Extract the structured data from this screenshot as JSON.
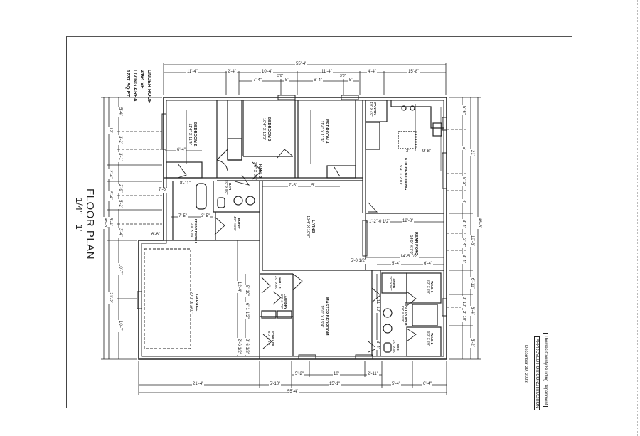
{
  "drawing": {
    "title": "FLOOR PLAN",
    "scale": "1/4\" = 1'",
    "areas": {
      "under_roof_label": "UNDER ROOF",
      "under_roof_value": "2464 SF",
      "living_label": "LIVING AREA",
      "living_value": "1737 SQ FT"
    }
  },
  "approval_stamp": {
    "line1": "Thomas County Building Department",
    "line2": "APPROVED FOR CONSTRUCTION",
    "date": "December 29, 2023"
  },
  "rooms": [
    {
      "name": "BEDROOM 2",
      "size": "11'4\" X 11'4\""
    },
    {
      "name": "BEDROOM 3",
      "size": "10'4\" X 10'0\""
    },
    {
      "name": "BEDROOM 4",
      "size": "11'4\" X 11'4\""
    },
    {
      "name": "KITCHEN/DINING",
      "size": "15'4\" X 20'0\""
    },
    {
      "name": "PANTRY",
      "size": "4'0\" X 4'0\""
    },
    {
      "name": "HALL 2",
      "size": "3'0\" X 9'5\""
    },
    {
      "name": "BATH",
      "size": "5'0\" X 8'0\""
    },
    {
      "name": "LIVING",
      "size": "16'4\" X 16'0\""
    },
    {
      "name": "ENTRY",
      "size": "4'0\" X 6'0\""
    },
    {
      "name": "FRONT PORCH",
      "size": "3'5\" X 9'4\""
    },
    {
      "name": "REAR PORCH",
      "size": "14'0\" X 7'0\""
    },
    {
      "name": "GARAGE",
      "size": "20'0\" X 24'0\""
    },
    {
      "name": "HALL 1",
      "size": "3'0\" X 6'0\""
    },
    {
      "name": "LAUNDRY",
      "size": "6'0\" X 7'0\""
    },
    {
      "name": "STORAGE",
      "size": "6'0\" X 6'0\""
    },
    {
      "name": "MASTER BEDROOM",
      "size": "15'0\" X 16'4\""
    },
    {
      "name": "MASTER BATH",
      "size": "8'0\" X 12'0\""
    },
    {
      "name": "SHWR",
      "size": "3'0\" X 5'0\""
    },
    {
      "name": "WIC",
      "size": "3'0\" X 5'0\""
    },
    {
      "name": "W.I.C. 1",
      "size": "5'0\" X 6'0\""
    },
    {
      "name": "W.I.C. 2",
      "size": "5'0\" X 6'0\""
    }
  ],
  "dimensions": {
    "top_overall": "55'-4\"",
    "top_segments": [
      "11'-4\"",
      "2'-4\"",
      "10'-4\"",
      "11'-4\"",
      "4'-4\"",
      "15'-8\""
    ],
    "top_windows": [
      "7'-4\"",
      "5'",
      "6'-4\"",
      "5'"
    ],
    "bottom_overall": "55'-4\"",
    "bottom_segments": [
      "21'-4\"",
      "5'-10\"",
      "15'-1\"",
      "5'-4\"",
      "6'-4\""
    ],
    "bottom_windows": [
      "5'-2\"",
      "10'",
      "2'-11\""
    ],
    "left_overall": "46'-8\"",
    "left_segments": [
      "12'",
      "2'-4\"",
      "5'-4\"",
      "5'-4\"",
      "21'-2\""
    ],
    "left_sub": [
      "5'-4\"",
      "3'-2\"",
      "3'-1\"",
      "2'-9\"",
      "5'-2\"",
      "3'-4\"",
      "10'-7\"",
      "10'-7\""
    ],
    "right_overall": "46'-8\"",
    "right_segments": [
      "21'",
      "10'-6\"",
      "6'-11\"",
      "8'-4\"",
      "5'-2\""
    ],
    "right_sub": [
      "5'-6\"",
      "5'",
      "5'-3\"",
      "4'",
      "3'-4\"",
      "3'-4\"",
      "3'-4\"",
      "2'-10\"",
      "2'-10\""
    ],
    "interior": [
      "6'-4\"",
      "8'-11\"",
      "7'-6\"",
      "7'-5\"",
      "3'-5\"",
      "6'-6\"",
      "5'",
      "12'-8\"",
      "14'-5 1/2\"",
      "5'-4\"",
      "6'-4\"",
      "5'-0 1/2\"",
      "1'-2\"-0 1/2\"",
      "9'-8\"",
      "3'",
      "12'-4\"",
      "11'-10\"",
      "5'-10\"",
      "6'-1 1/2\"",
      "2'-6 1/2\"",
      "2'-6 1/2\"",
      "3'-4\""
    ],
    "window_tag": "3'0\""
  }
}
